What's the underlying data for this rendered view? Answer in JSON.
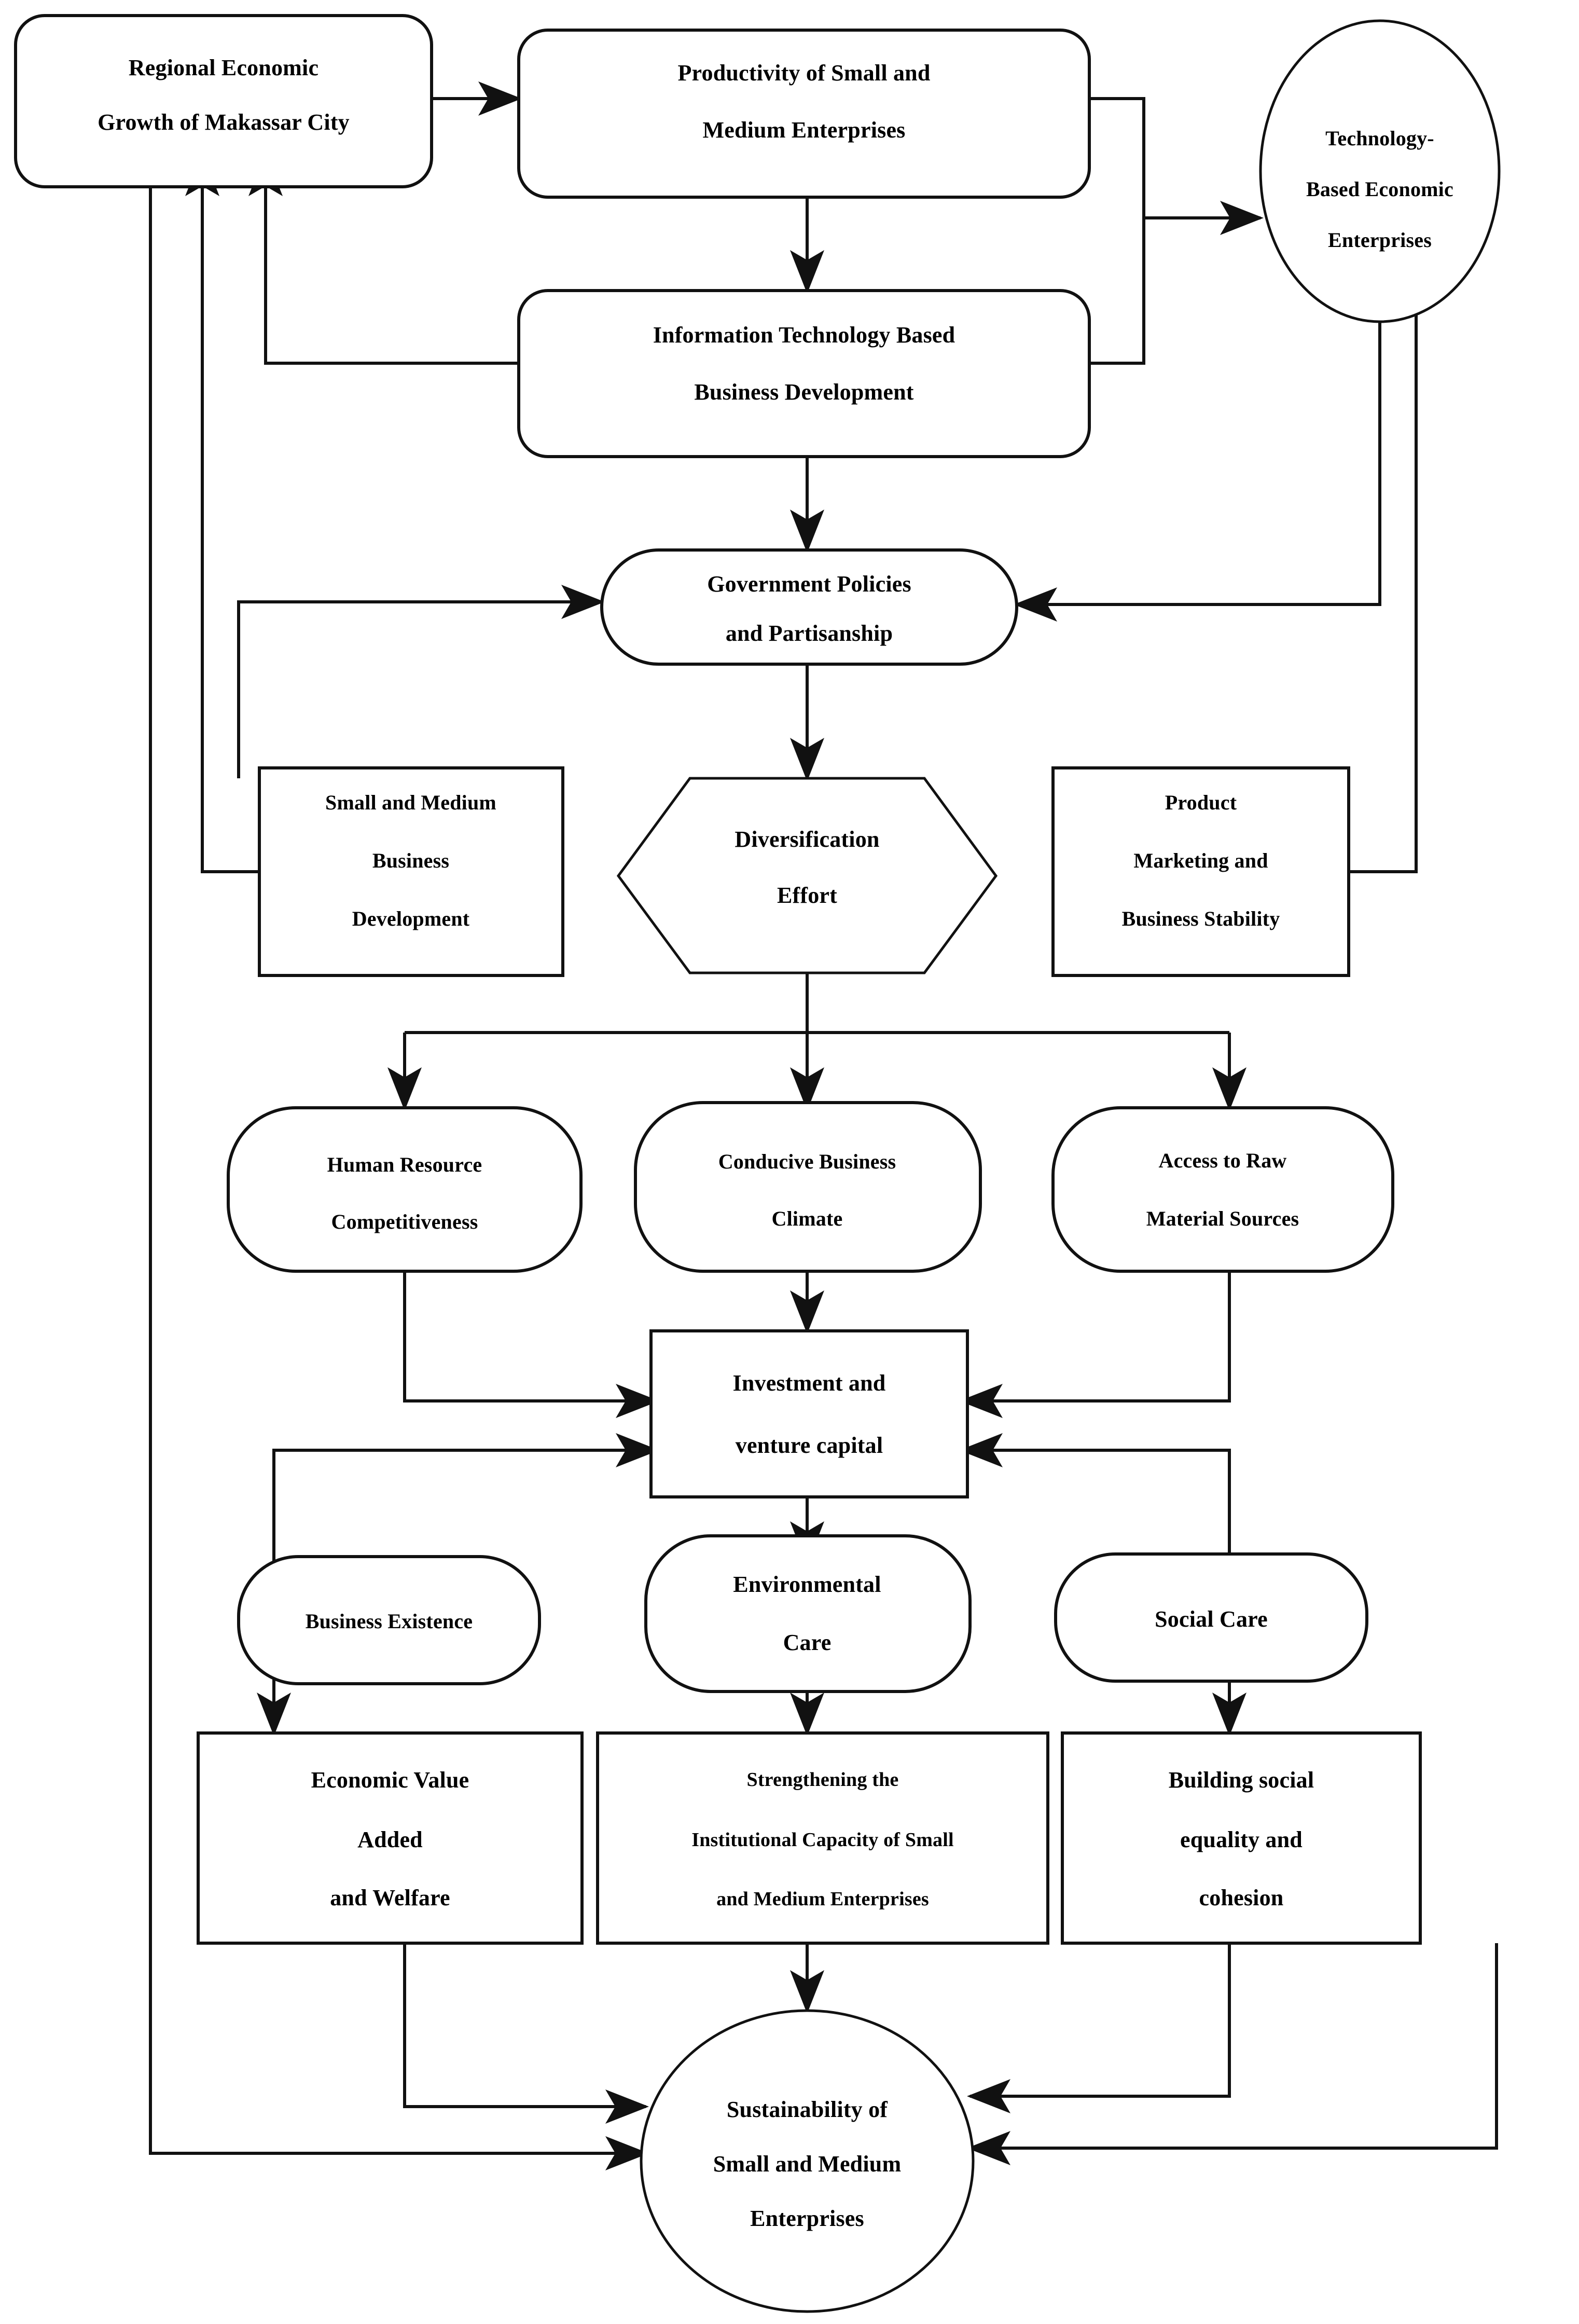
{
  "diagram": {
    "type": "flowchart",
    "orientation": "top-to-bottom",
    "background_color": "#ffffff",
    "line_color": "#111111",
    "text_color": "#000000"
  },
  "nodes": {
    "regional_growth": {
      "shape": "rounded-rectangle",
      "lines": [
        "Regional Economic",
        "Growth of Makassar City"
      ]
    },
    "productivity": {
      "shape": "rounded-rectangle",
      "lines": [
        "Productivity of Small and",
        "Medium Enterprises"
      ]
    },
    "technology_based": {
      "shape": "ellipse",
      "lines": [
        "Technology-",
        "Based Economic",
        "Enterprises"
      ]
    },
    "it_business_dev": {
      "shape": "rounded-rectangle",
      "lines": [
        "Information Technology Based",
        "Business Development"
      ]
    },
    "government_policies": {
      "shape": "stadium",
      "lines": [
        "Government Policies",
        "and Partisanship"
      ]
    },
    "small_medium_dev": {
      "shape": "rectangle",
      "lines": [
        "Small and Medium",
        "Business",
        "Development"
      ]
    },
    "diversification": {
      "shape": "hexagon",
      "lines": [
        "Diversification",
        "Effort"
      ]
    },
    "product_marketing": {
      "shape": "rectangle",
      "lines": [
        "Product",
        "Marketing and",
        "Business Stability"
      ]
    },
    "human_resource": {
      "shape": "rounded-rectangle",
      "lines": [
        "Human Resource",
        "Competitiveness"
      ]
    },
    "conducive_climate": {
      "shape": "rounded-rectangle",
      "lines": [
        "Conducive Business",
        "Climate"
      ]
    },
    "raw_material": {
      "shape": "rounded-rectangle",
      "lines": [
        "Access to Raw",
        "Material Sources"
      ]
    },
    "investment": {
      "shape": "rectangle",
      "lines": [
        "Investment and",
        "venture capital"
      ]
    },
    "business_existence": {
      "shape": "rounded-rectangle",
      "lines": [
        "Business Existence"
      ]
    },
    "environmental_care": {
      "shape": "rounded-rectangle",
      "lines": [
        "Environmental",
        "Care"
      ]
    },
    "social_care": {
      "shape": "rounded-rectangle",
      "lines": [
        "Social Care"
      ]
    },
    "economic_value": {
      "shape": "rectangle",
      "lines": [
        "Economic Value",
        "Added",
        "and Welfare"
      ]
    },
    "institutional_capacity": {
      "shape": "rectangle",
      "lines": [
        "Strengthening the",
        "Institutional Capacity of Small",
        "and Medium Enterprises"
      ]
    },
    "social_equality": {
      "shape": "rectangle",
      "lines": [
        "Building social",
        "equality and",
        "cohesion"
      ]
    },
    "sustainability": {
      "shape": "ellipse",
      "lines": [
        "Sustainability of",
        "Small and Medium",
        "Enterprises"
      ]
    }
  },
  "edges": [
    {
      "from": "regional_growth",
      "to": "productivity"
    },
    {
      "from": "productivity",
      "to": "it_business_dev"
    },
    {
      "from": "productivity",
      "to": "technology_based"
    },
    {
      "from": "it_business_dev",
      "to": "technology_based"
    },
    {
      "from": "it_business_dev",
      "to": "regional_growth"
    },
    {
      "from": "it_business_dev",
      "to": "government_policies"
    },
    {
      "from": "government_policies",
      "to": "diversification"
    },
    {
      "from": "technology_based",
      "to": "government_policies"
    },
    {
      "from": "small_medium_dev",
      "to": "regional_growth"
    },
    {
      "from": "small_medium_dev",
      "to": "government_policies"
    },
    {
      "from": "product_marketing",
      "to": "technology_based"
    },
    {
      "from": "diversification",
      "to": "human_resource"
    },
    {
      "from": "diversification",
      "to": "conducive_climate"
    },
    {
      "from": "diversification",
      "to": "raw_material"
    },
    {
      "from": "human_resource",
      "to": "investment"
    },
    {
      "from": "conducive_climate",
      "to": "investment"
    },
    {
      "from": "raw_material",
      "to": "investment"
    },
    {
      "from": "business_existence",
      "to": "investment"
    },
    {
      "from": "social_care",
      "to": "investment"
    },
    {
      "from": "investment",
      "to": "environmental_care"
    },
    {
      "from": "business_existence",
      "to": "economic_value"
    },
    {
      "from": "environmental_care",
      "to": "institutional_capacity"
    },
    {
      "from": "social_care",
      "to": "social_equality"
    },
    {
      "from": "economic_value",
      "to": "sustainability"
    },
    {
      "from": "institutional_capacity",
      "to": "sustainability"
    },
    {
      "from": "social_equality",
      "to": "sustainability"
    },
    {
      "from": "sustainability",
      "to": "regional_growth"
    }
  ]
}
